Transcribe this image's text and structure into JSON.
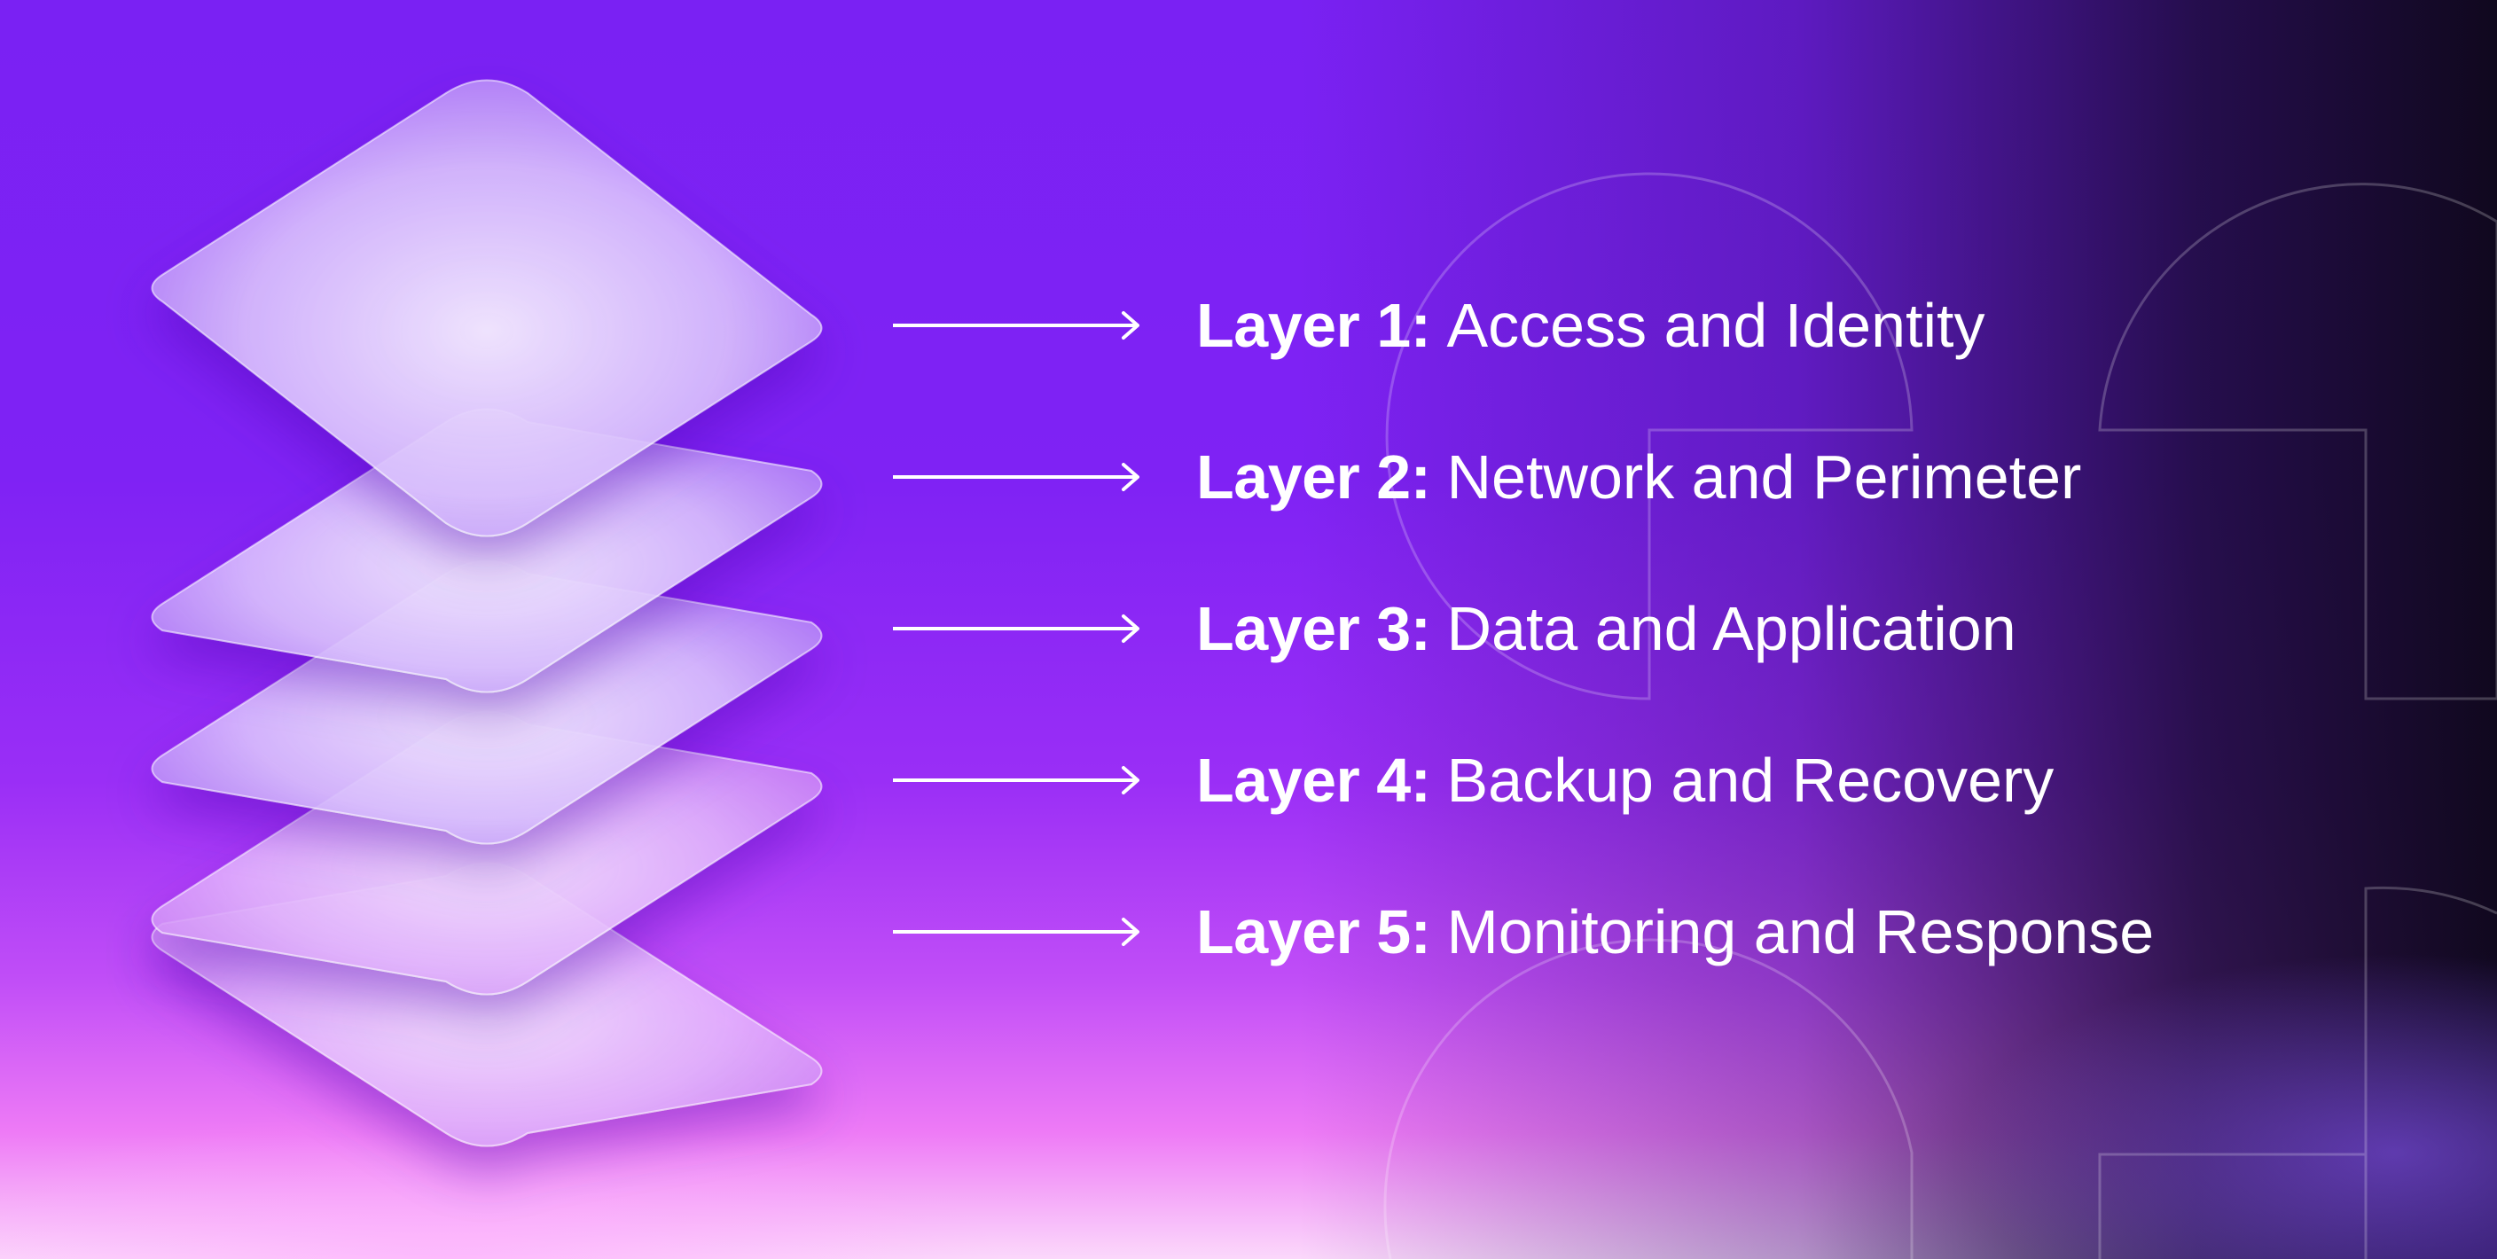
{
  "theme": {
    "text_color": "#ffffff",
    "background_top": "#7a21f3",
    "background_bottom": "#fbd8fb",
    "background_right": "#160a28"
  },
  "layers": [
    {
      "label": "Layer 1:",
      "text": "Access and Identity"
    },
    {
      "label": "Layer 2:",
      "text": "Network and Perimeter"
    },
    {
      "label": "Layer 3:",
      "text": "Data and Application"
    },
    {
      "label": "Layer 4:",
      "text": "Backup and Recovery"
    },
    {
      "label": "Layer 5:",
      "text": "Monitoring and Response"
    }
  ]
}
